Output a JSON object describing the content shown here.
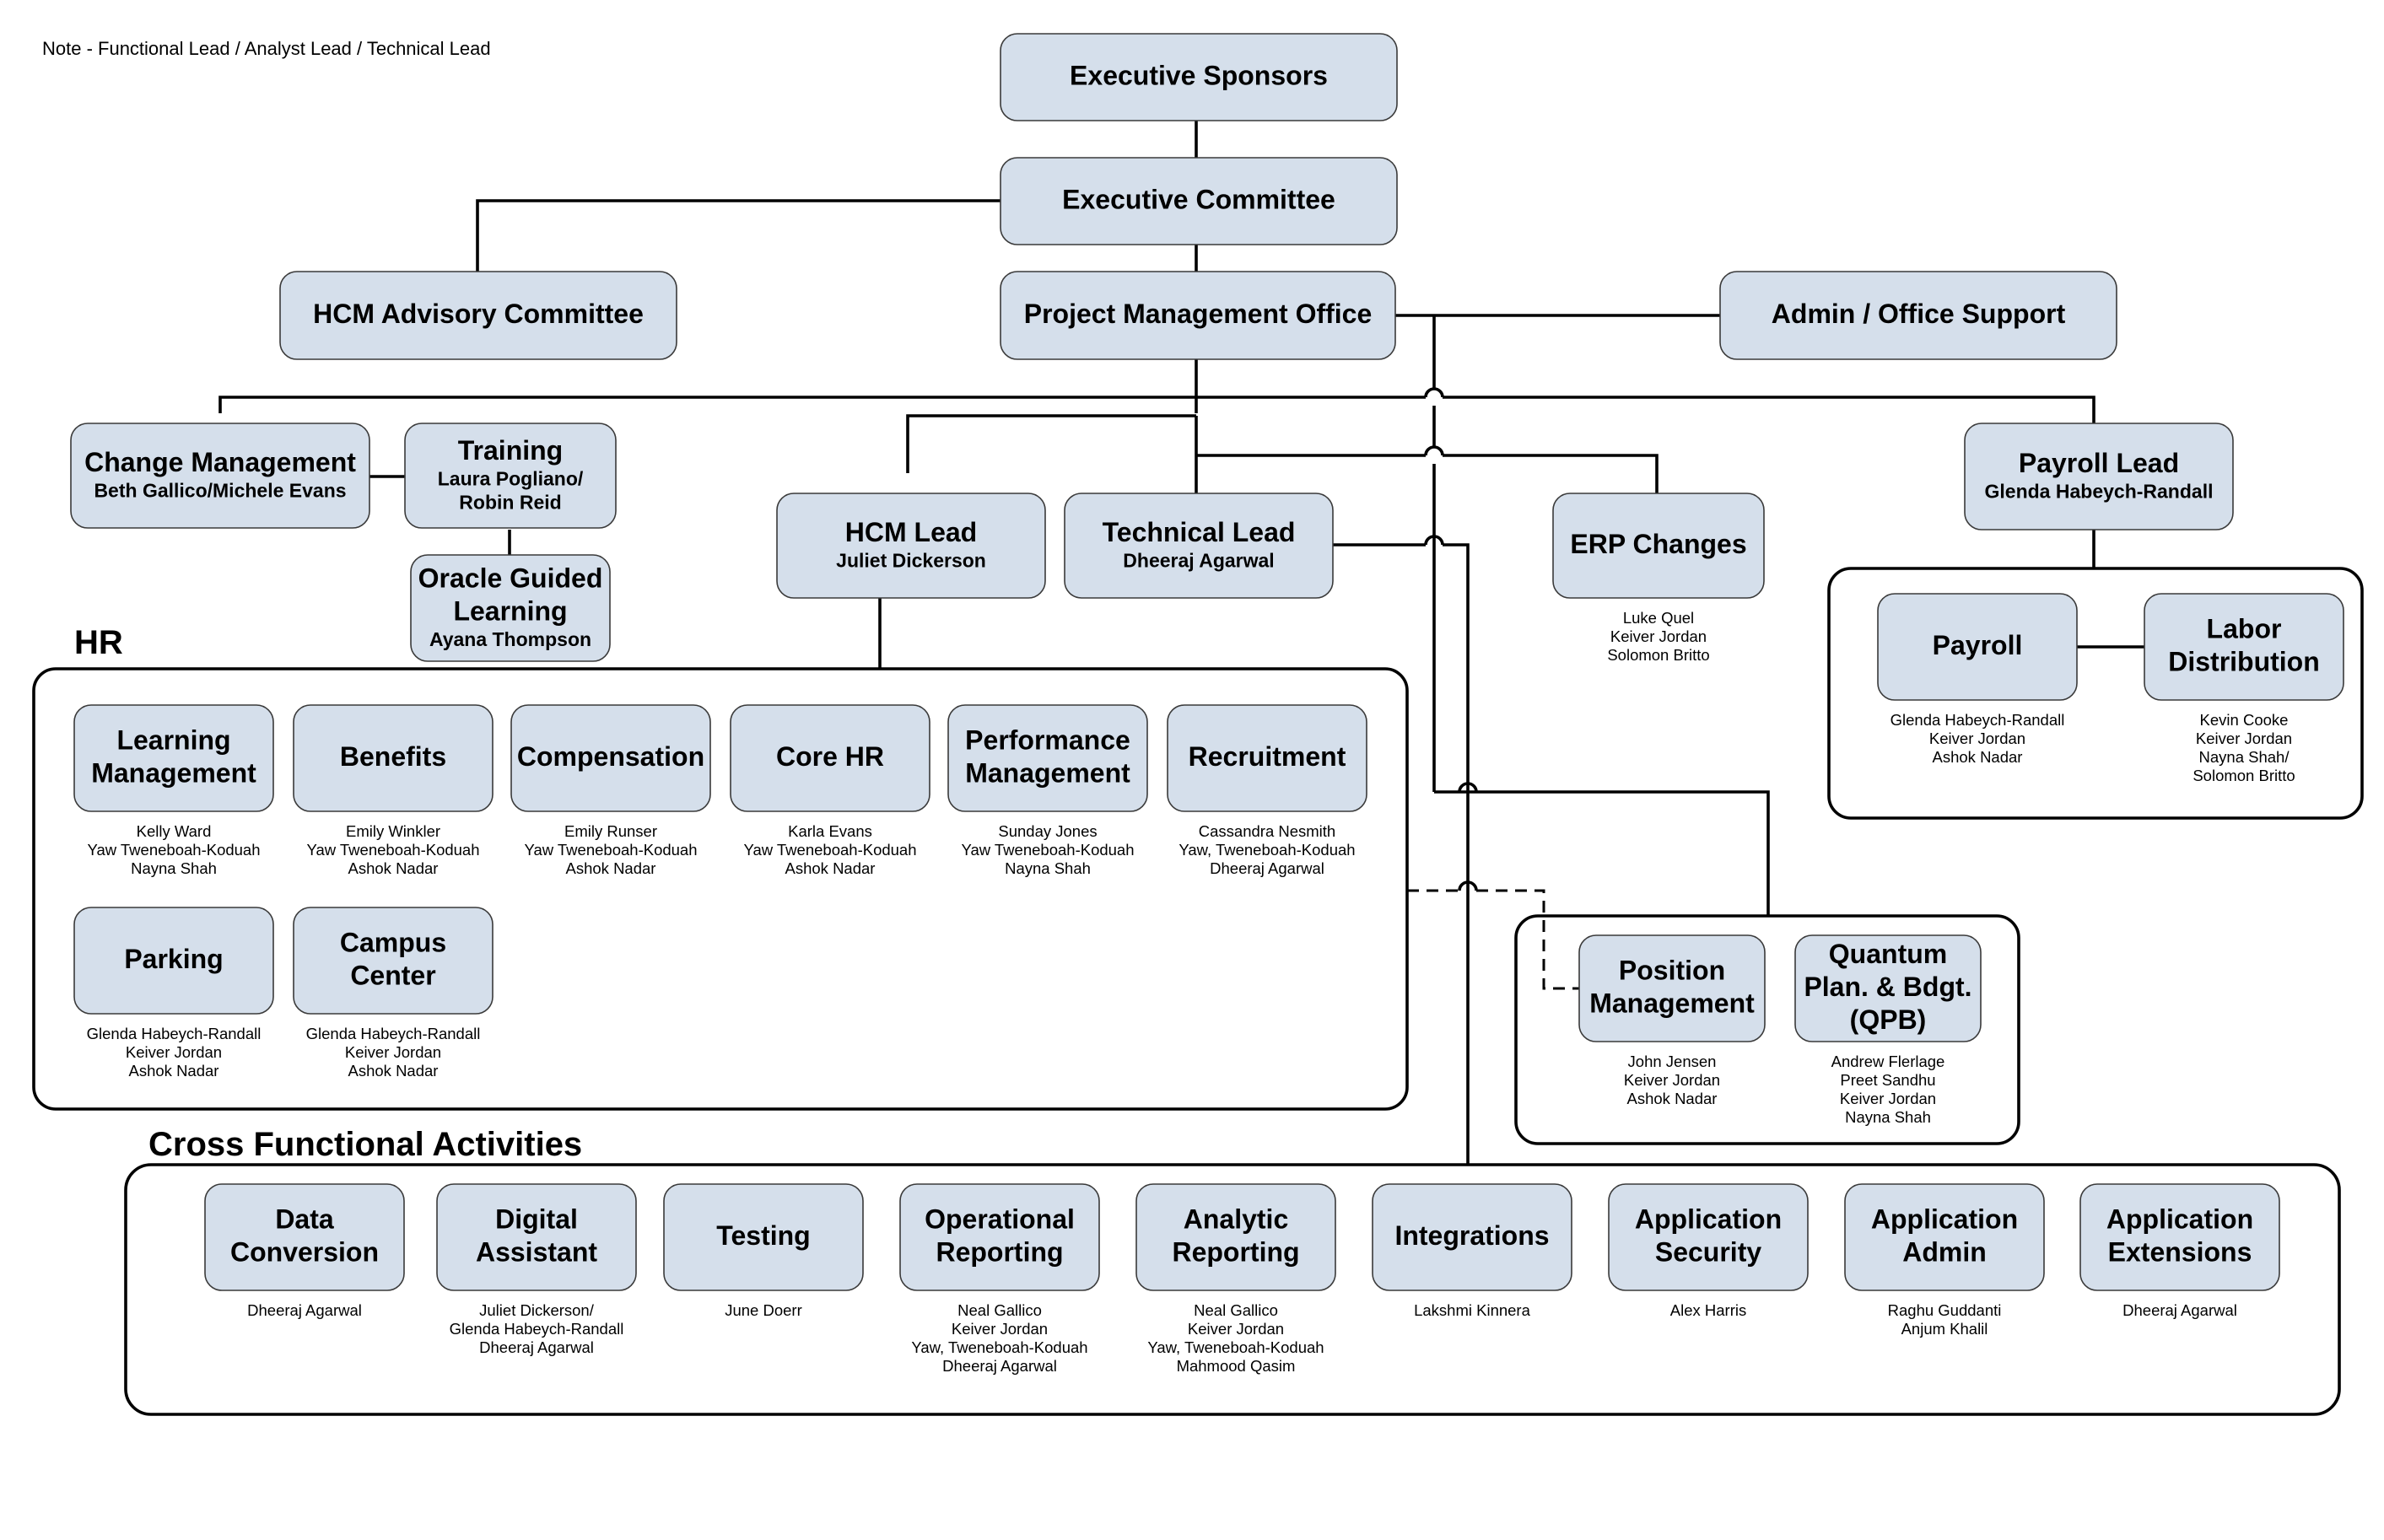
{
  "note": "Note - Functional Lead / Analyst Lead / Technical Lead",
  "sections": {
    "hr": "HR",
    "cross": "Cross Functional Activities"
  },
  "nodes": {
    "exec_sponsors": {
      "title": [
        "Executive Sponsors"
      ]
    },
    "exec_committee": {
      "title": [
        "Executive Committee"
      ]
    },
    "hcm_advisory": {
      "title": [
        "HCM Advisory Committee"
      ]
    },
    "pmo": {
      "title": [
        "Project Management Office"
      ]
    },
    "admin_support": {
      "title": [
        "Admin / Office Support"
      ]
    },
    "change_mgmt": {
      "title": [
        "Change Management"
      ],
      "sub": [
        "Beth Gallico/Michele Evans"
      ]
    },
    "training": {
      "title": [
        "Training"
      ],
      "sub": [
        "Laura Pogliano/",
        "Robin Reid"
      ]
    },
    "oracle_guided": {
      "title": [
        "Oracle Guided",
        "Learning"
      ],
      "sub": [
        "Ayana Thompson"
      ]
    },
    "hcm_lead": {
      "title": [
        "HCM Lead"
      ],
      "sub": [
        "Juliet Dickerson"
      ]
    },
    "technical_lead": {
      "title": [
        "Technical Lead"
      ],
      "sub": [
        "Dheeraj Agarwal"
      ]
    },
    "erp_changes": {
      "title": [
        "ERP Changes"
      ],
      "people": [
        "Luke Quel",
        "Keiver Jordan",
        "Solomon Britto"
      ]
    },
    "payroll_lead": {
      "title": [
        "Payroll Lead"
      ],
      "sub": [
        "Glenda Habeych-Randall"
      ]
    },
    "payroll": {
      "title": [
        "Payroll"
      ],
      "people": [
        "Glenda Habeych-Randall",
        "Keiver Jordan",
        "Ashok Nadar"
      ]
    },
    "labor_dist": {
      "title": [
        "Labor",
        "Distribution"
      ],
      "people": [
        "Kevin Cooke",
        "Keiver Jordan",
        "Nayna Shah/",
        "Solomon Britto"
      ]
    },
    "learning_mgmt": {
      "title": [
        "Learning",
        "Management"
      ],
      "people": [
        "Kelly Ward",
        "Yaw Tweneboah-Koduah",
        "Nayna Shah"
      ]
    },
    "benefits": {
      "title": [
        "Benefits"
      ],
      "people": [
        "Emily Winkler",
        "Yaw Tweneboah-Koduah",
        "Ashok Nadar"
      ]
    },
    "compensation": {
      "title": [
        "Compensation"
      ],
      "people": [
        "Emily Runser",
        "Yaw Tweneboah-Koduah",
        "Ashok Nadar"
      ]
    },
    "core_hr": {
      "title": [
        "Core HR"
      ],
      "people": [
        "Karla Evans",
        "Yaw Tweneboah-Koduah",
        "Ashok Nadar"
      ]
    },
    "perf_mgmt": {
      "title": [
        "Performance",
        "Management"
      ],
      "people": [
        "Sunday Jones",
        "Yaw Tweneboah-Koduah",
        "Nayna Shah"
      ]
    },
    "recruitment": {
      "title": [
        "Recruitment"
      ],
      "people": [
        "Cassandra Nesmith",
        "Yaw, Tweneboah-Koduah",
        "Dheeraj Agarwal"
      ]
    },
    "parking": {
      "title": [
        "Parking"
      ],
      "people": [
        "Glenda Habeych-Randall",
        "Keiver Jordan",
        "Ashok Nadar"
      ]
    },
    "campus_center": {
      "title": [
        "Campus",
        "Center"
      ],
      "people": [
        "Glenda Habeych-Randall",
        "Keiver Jordan",
        "Ashok Nadar"
      ]
    },
    "position_mgmt": {
      "title": [
        "Position",
        "Management"
      ],
      "people": [
        "John Jensen",
        "Keiver Jordan",
        "Ashok Nadar"
      ]
    },
    "qpb": {
      "title": [
        "Quantum",
        "Plan. & Bdgt.",
        "(QPB)"
      ],
      "people": [
        "Andrew Flerlage",
        "Preet Sandhu",
        "Keiver Jordan",
        "Nayna Shah"
      ]
    },
    "data_conversion": {
      "title": [
        "Data",
        "Conversion"
      ],
      "people": [
        "Dheeraj Agarwal"
      ]
    },
    "digital_assistant": {
      "title": [
        "Digital",
        "Assistant"
      ],
      "people": [
        "Juliet Dickerson/",
        "Glenda Habeych-Randall",
        "Dheeraj Agarwal"
      ]
    },
    "testing": {
      "title": [
        "Testing"
      ],
      "people": [
        "June Doerr"
      ]
    },
    "op_reporting": {
      "title": [
        "Operational",
        "Reporting"
      ],
      "people": [
        "Neal Gallico",
        "Keiver Jordan",
        "Yaw, Tweneboah-Koduah",
        "Dheeraj Agarwal"
      ]
    },
    "analytic_reporting": {
      "title": [
        "Analytic",
        "Reporting"
      ],
      "people": [
        "Neal Gallico",
        "Keiver Jordan",
        "Yaw, Tweneboah-Koduah",
        "Mahmood Qasim"
      ]
    },
    "integrations": {
      "title": [
        "Integrations"
      ],
      "people": [
        "Lakshmi Kinnera"
      ]
    },
    "app_security": {
      "title": [
        "Application",
        "Security"
      ],
      "people": [
        "Alex Harris"
      ]
    },
    "app_admin": {
      "title": [
        "Application",
        "Admin"
      ],
      "people": [
        "Raghu Guddanti",
        "Anjum Khalil"
      ]
    },
    "app_extensions": {
      "title": [
        "Application",
        "Extensions"
      ],
      "people": [
        "Dheeraj Agarwal"
      ]
    }
  }
}
